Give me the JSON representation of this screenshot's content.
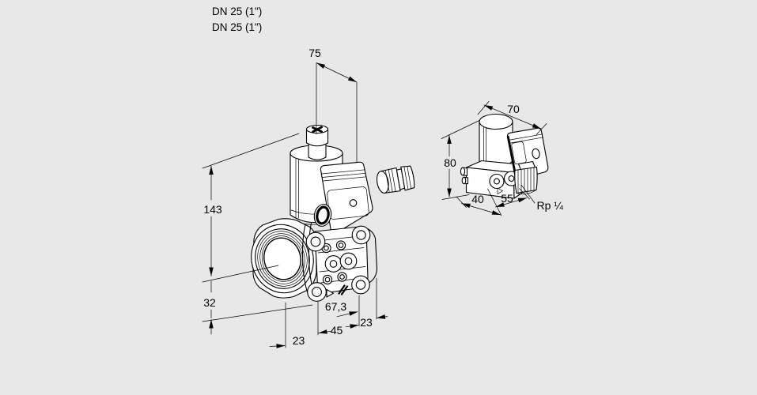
{
  "colors": {
    "background": "#e8e8e8",
    "line": "#000000",
    "fill": "#ffffff"
  },
  "labels": {
    "dn1": "DN 25 (1\")",
    "dn2": "DN 25 (1\")"
  },
  "main_view": {
    "dims": {
      "top_width": "75",
      "height_total": "143",
      "height_lower": "32",
      "bottom_left": "23",
      "bottom_mid": "45",
      "bottom_right": "23",
      "flange_depth": "67,3"
    }
  },
  "side_view": {
    "dims": {
      "top_width": "70",
      "height": "80",
      "depth": "40",
      "width": "55"
    },
    "thread_label": "Rp ¼"
  }
}
